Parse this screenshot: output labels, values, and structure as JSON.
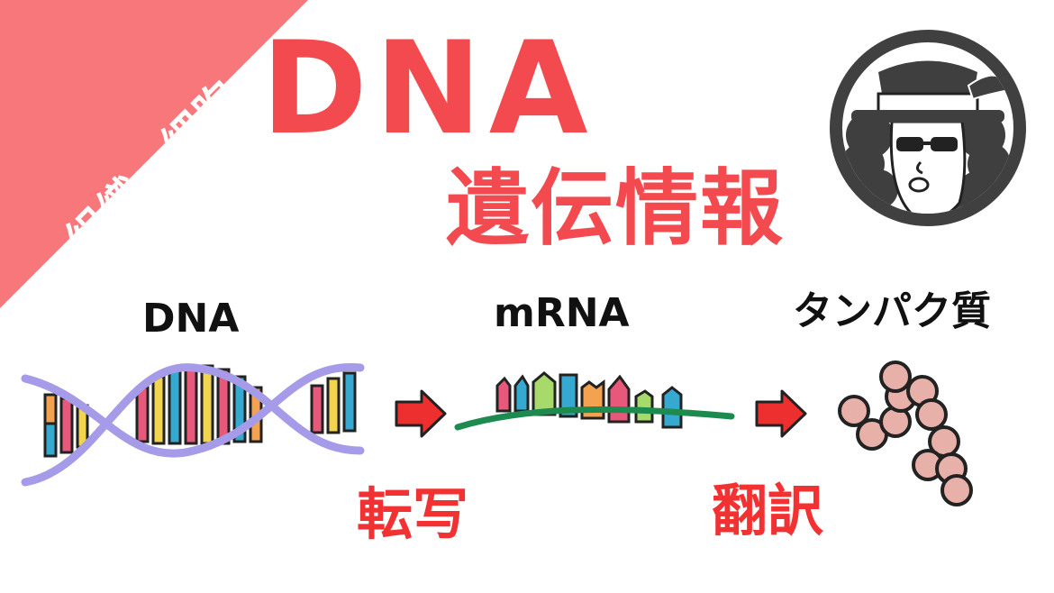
{
  "corner_tag": {
    "text": "組織・細胞"
  },
  "title": "DNA",
  "subtitle": "遺伝情報",
  "stages": {
    "dna_label": "DNA",
    "mrna_label": "mRNA",
    "protein_label": "タンパク質"
  },
  "processes": {
    "transcription": "転写",
    "translation": "翻訳"
  },
  "colors": {
    "accent_red": "#f24a4f",
    "corner_pink": "#f7777a",
    "helix_purple": "#a69be8",
    "mrna_green": "#1d8a4f",
    "bead_fill": "#e7b1aa",
    "avatar_gray": "#3f3f3f"
  },
  "icons": {
    "logo": "detective-avatar-icon",
    "arrow": "red-right-arrow-icon"
  }
}
